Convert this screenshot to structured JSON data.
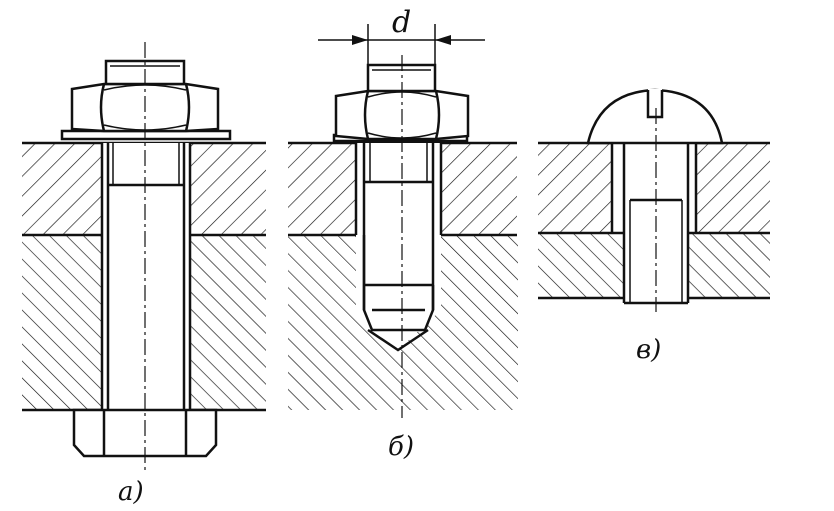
{
  "labels": {
    "a": "а)",
    "b": "б)",
    "c": "в)",
    "d": "d"
  },
  "drawings": [
    {
      "id": "a",
      "type": "bolt-with-nut",
      "parts": [
        "bolt-head",
        "upper-plate",
        "lower-plate",
        "bolt-shank",
        "washer",
        "hex-nut"
      ]
    },
    {
      "id": "b",
      "type": "stud-in-blind-hole",
      "parts": [
        "upper-plate",
        "lower-plate",
        "stud",
        "washer",
        "hex-nut",
        "dimension-d"
      ]
    },
    {
      "id": "c",
      "type": "round-head-screw",
      "parts": [
        "upper-plate",
        "lower-plate",
        "screw-shank",
        "slotted-round-head"
      ]
    }
  ]
}
